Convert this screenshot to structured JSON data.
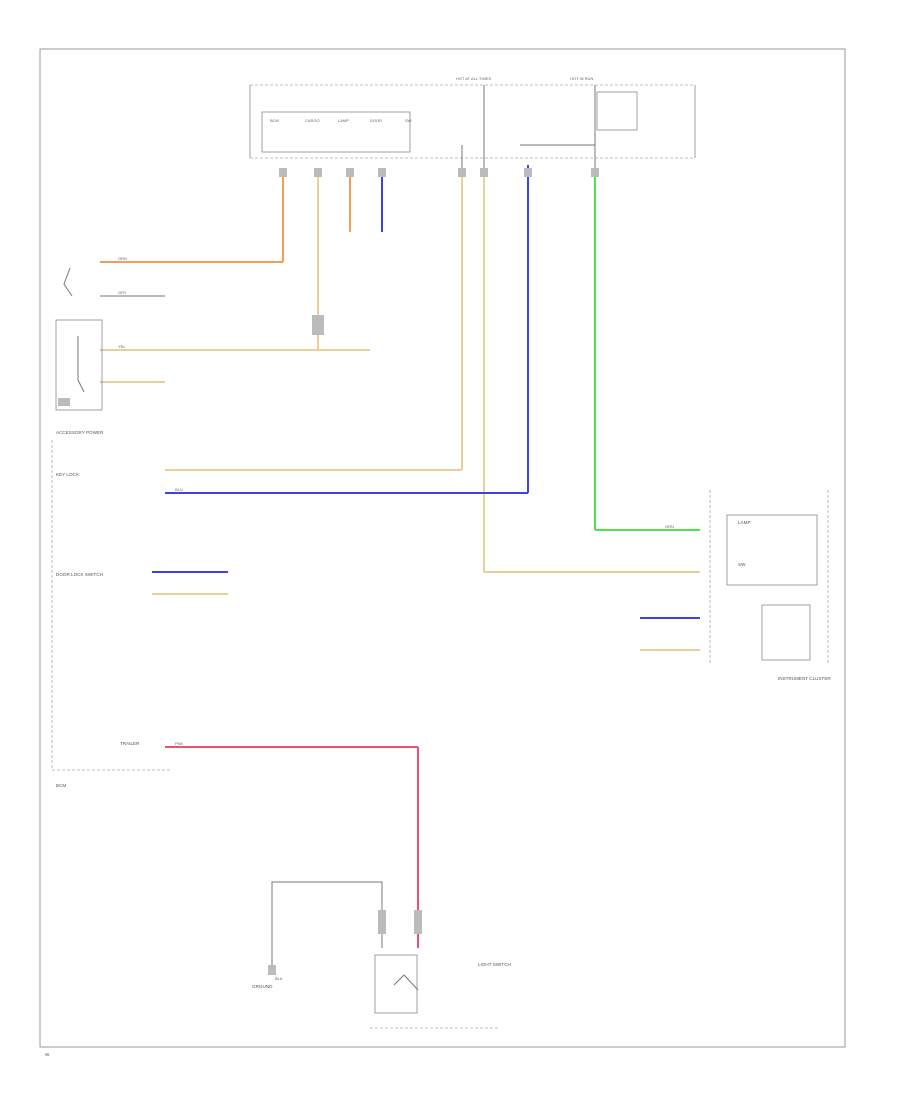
{
  "diagram": {
    "footer_code": "W",
    "colors": {
      "orange": "#f0a050",
      "tan": "#e8d098",
      "blue": "#4040e8",
      "green": "#50e050",
      "pink": "#f05070",
      "gray": "#777777"
    },
    "bcm_labels": [
      "BCM",
      "CARGO",
      "LAMP",
      "DOOR",
      "SW"
    ],
    "top_labels": [
      "HOT AT ALL TIMES",
      "HOT IN RUN"
    ],
    "left_labels": [
      "ACCESSORY POWER",
      "KEY LOCK",
      "DOOR LOCK SWITCH",
      "BCM"
    ],
    "wire_labels": [
      "ORN",
      "YEL",
      "BLU",
      "GRN",
      "PNK",
      "GRY",
      "BLK"
    ],
    "cluster_labels": [
      "INSTRUMENT CLUSTER",
      "LAMP",
      "SW"
    ],
    "bottom_labels": [
      "GROUND",
      "TRAILER",
      "LIGHT SWITCH"
    ]
  }
}
